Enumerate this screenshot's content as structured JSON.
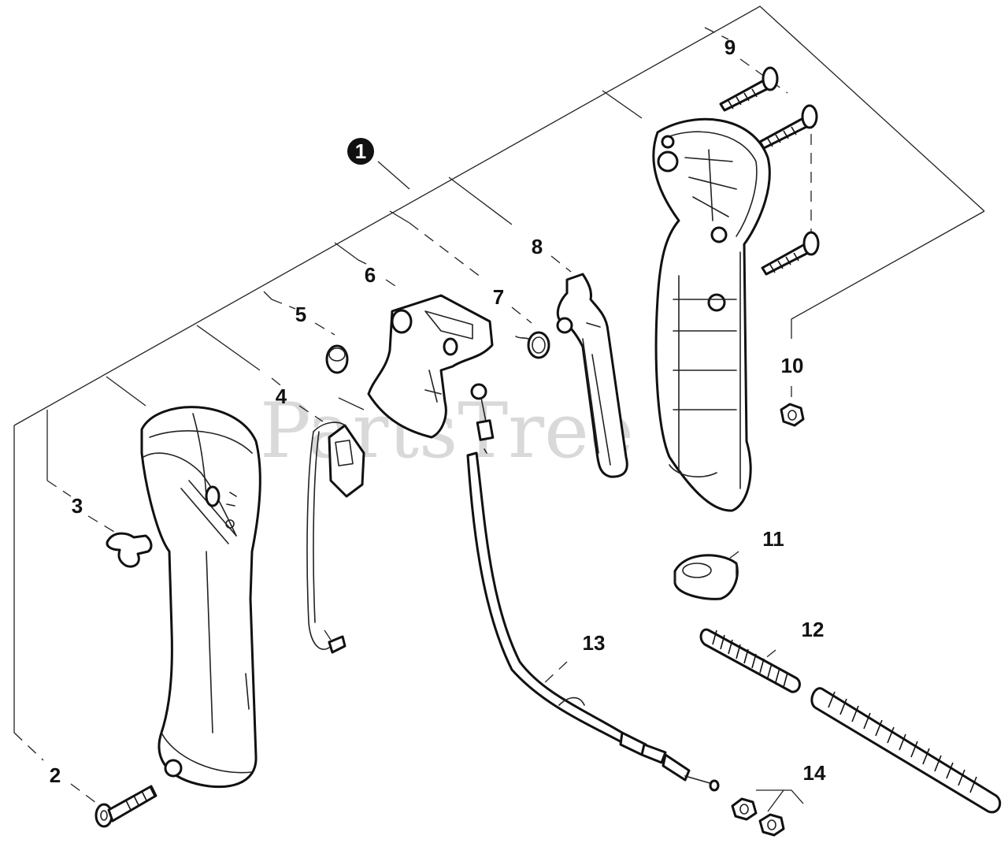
{
  "watermark": "PartsTree",
  "callouts": {
    "c1": "1",
    "c2": "2",
    "c3": "3",
    "c4": "4",
    "c5": "5",
    "c6": "6",
    "c7": "7",
    "c8": "8",
    "c9": "9",
    "c10": "10",
    "c11": "11",
    "c12": "12",
    "c13": "13",
    "c14": "14"
  }
}
